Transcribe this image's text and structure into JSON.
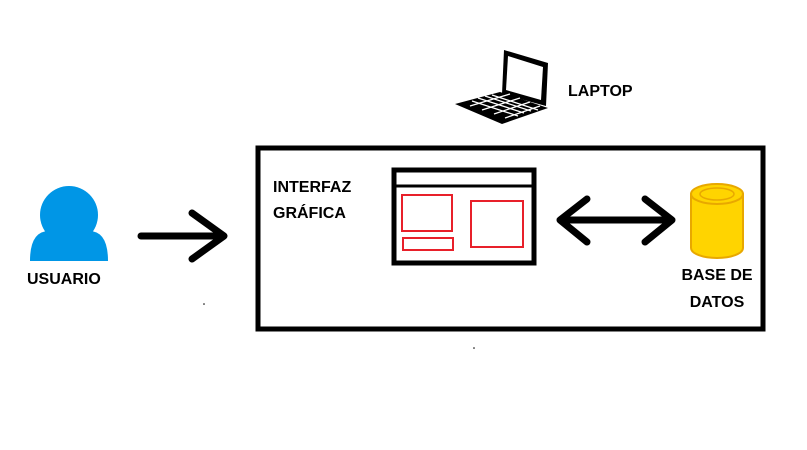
{
  "labels": {
    "laptop": "LAPTOP",
    "user": "USUARIO",
    "interface_line1": "INTERFAZ",
    "interface_line2": "GRÁFICA",
    "database_line1": "BASE DE",
    "database_line2": "DATOS"
  },
  "icons": {
    "laptop": "laptop-icon",
    "user": "user-icon",
    "window": "gui-window-icon",
    "database": "database-icon"
  },
  "colors": {
    "user_icon": "#0096e6",
    "database_fill": "#ffd400",
    "database_outline": "#e8a800",
    "window_panels": "#e8202a",
    "lines": "#000000"
  }
}
